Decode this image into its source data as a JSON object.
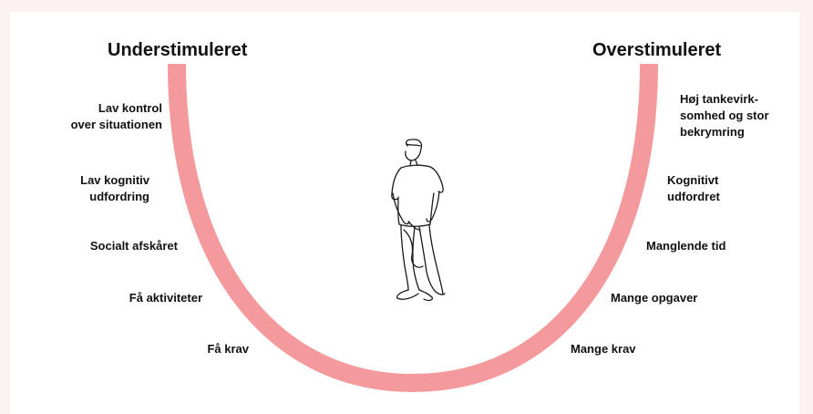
{
  "colors": {
    "background": "#fdf2f3",
    "card": "#ffffff",
    "curve": "#f49a9c",
    "text": "#111111"
  },
  "left_side": {
    "heading": "Understimuleret",
    "labels": [
      "Lav kontrol\nover situationen",
      "Lav kognitiv\nudfordring",
      "Socialt afskåret",
      "Få aktiviteter",
      "Få krav"
    ]
  },
  "right_side": {
    "heading": "Overstimuleret",
    "labels": [
      "Høj tankevirk-\nsomhed og stor\nbekrymring",
      "Kognitivt\nudfordret",
      "Manglende tid",
      "Mange opgaver",
      "Mange krav"
    ]
  },
  "figure": {
    "icon": "standing-person-line-drawing-icon"
  }
}
